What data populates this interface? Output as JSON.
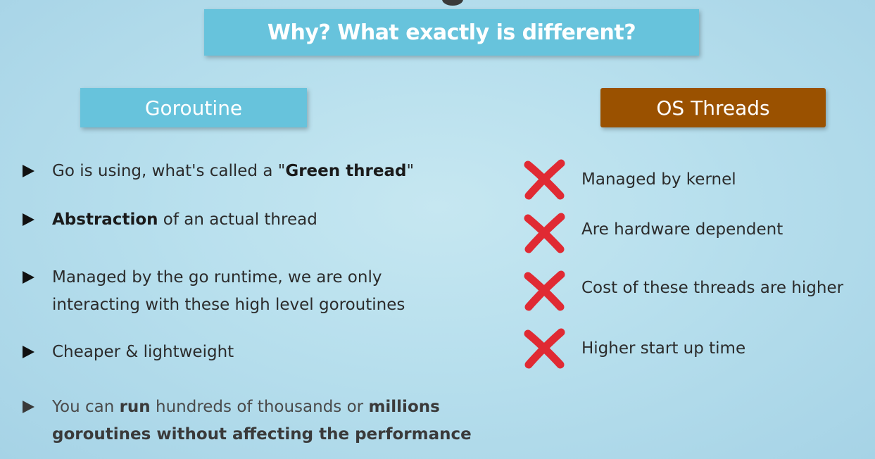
{
  "slide": {
    "title": "Why? What exactly is different?",
    "goroutine_header": "Goroutine",
    "threads_header": "OS Threads",
    "colors": {
      "title_bg": "#67c3dc",
      "goroutine_header_bg": "#67c3dc",
      "threads_header_bg": "#9a5100",
      "cross_red": "#e02a33"
    },
    "goroutine_points": [
      {
        "pre": "Go is using, what's called a \"",
        "bold": "Green thread",
        "post": "\""
      },
      {
        "bold": "Abstraction",
        "post": " of an actual thread"
      },
      {
        "line1": "Managed by the go runtime, we are only",
        "line2": "interacting with these high level goroutines"
      },
      {
        "text": "Cheaper & lightweight"
      },
      {
        "pre": "You can ",
        "bold1": "run",
        "mid": " hundreds of thousands or ",
        "bold2": "millions",
        "line2_bold": "goroutines without affecting the performance"
      }
    ],
    "thread_points": [
      {
        "icon": "red-cross-icon",
        "text": "Managed by kernel"
      },
      {
        "icon": "red-cross-icon",
        "text": "Are hardware dependent"
      },
      {
        "icon": "red-cross-icon",
        "text": "Cost of these threads are higher"
      },
      {
        "icon": "red-cross-icon",
        "text": "Higher start up time"
      }
    ]
  }
}
